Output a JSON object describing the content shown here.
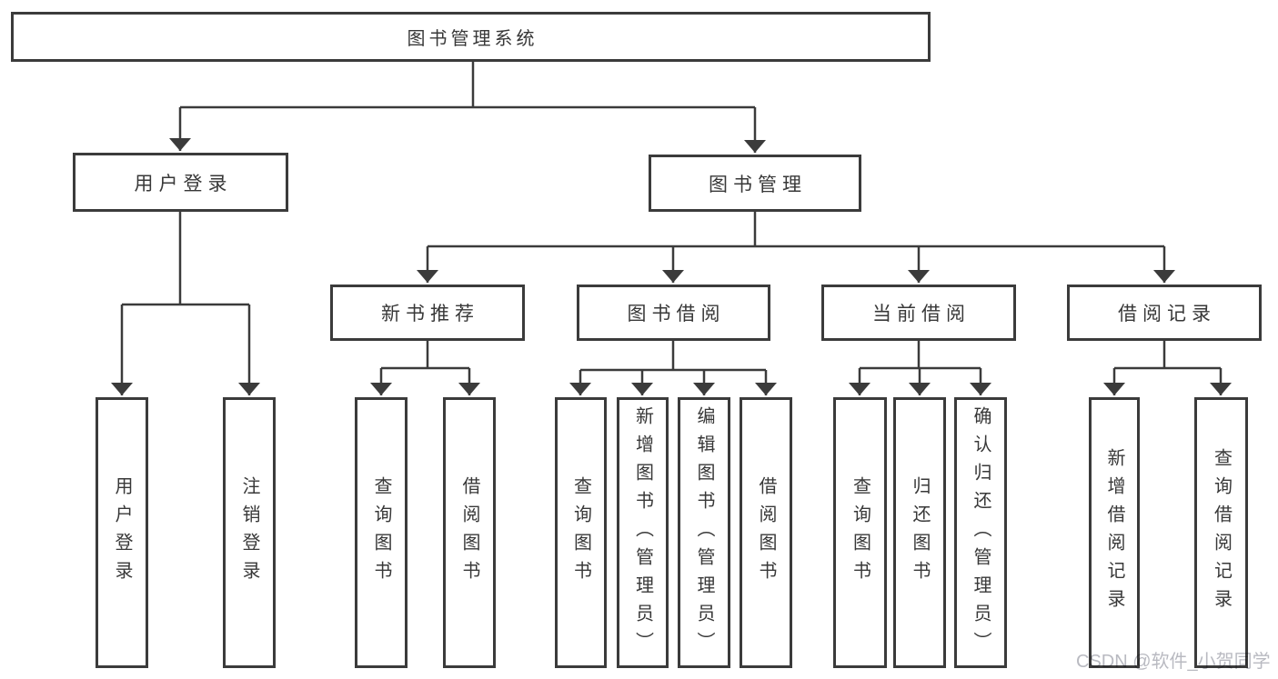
{
  "diagram": {
    "root": {
      "label": "图书管理系统"
    },
    "branches": [
      {
        "label": "用户登录",
        "children": [
          {
            "label": "用户登录"
          },
          {
            "label": "注销登录"
          }
        ]
      },
      {
        "label": "图书管理",
        "children": [
          {
            "label": "新书推荐",
            "children": [
              {
                "label": "查询图书"
              },
              {
                "label": "借阅图书"
              }
            ]
          },
          {
            "label": "图书借阅",
            "children": [
              {
                "label": "查询图书"
              },
              {
                "label": "新增图书（管理员）"
              },
              {
                "label": "编辑图书（管理员）"
              },
              {
                "label": "借阅图书"
              }
            ]
          },
          {
            "label": "当前借阅",
            "children": [
              {
                "label": "查询图书"
              },
              {
                "label": "归还图书"
              },
              {
                "label": "确认归还（管理员）"
              }
            ]
          },
          {
            "label": "借阅记录",
            "children": [
              {
                "label": "新增借阅记录"
              },
              {
                "label": "查询借阅记录"
              }
            ]
          }
        ]
      }
    ]
  },
  "watermark": {
    "text": "CSDN @软件_小贺同学"
  },
  "colors": {
    "background": "#ffffff",
    "line": "#3b3b3b",
    "box_border": "#3b3b3b",
    "text": "#383838",
    "watermark": "#b9bac1"
  }
}
